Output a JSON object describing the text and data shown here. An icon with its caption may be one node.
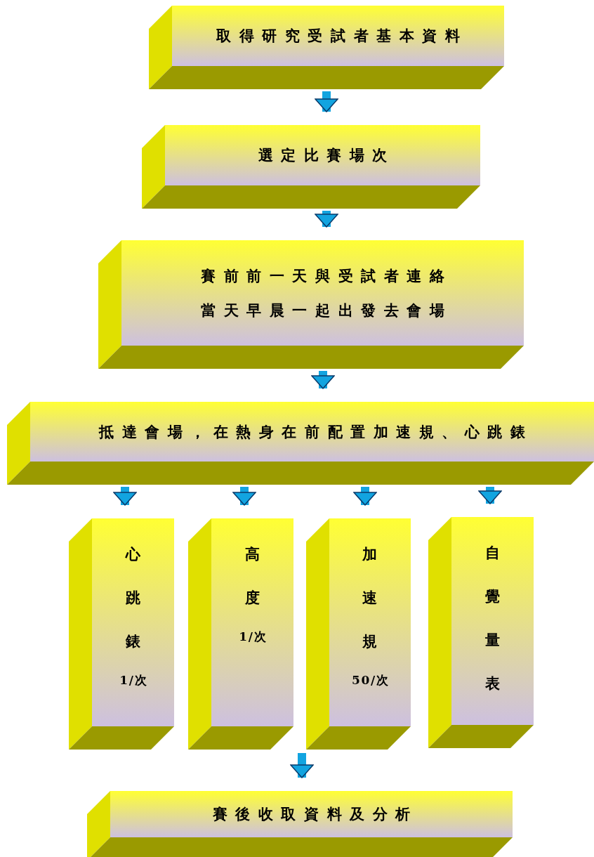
{
  "diagram": {
    "nodes": [
      {
        "text": [
          "取得研究受試者基本資料"
        ]
      },
      {
        "text": [
          "選定比賽場次"
        ]
      },
      {
        "text": [
          "賽前前一天與受試者連絡",
          "當天早晨一起出發去會場"
        ]
      },
      {
        "text": [
          "抵達會場，在熱身在前配置加速規、心跳錶"
        ]
      },
      {
        "text": [
          "心跳錶",
          "1/次"
        ]
      },
      {
        "text": [
          "高度",
          "1/次"
        ]
      },
      {
        "text": [
          "加速規",
          "50/次"
        ]
      },
      {
        "text": [
          "自覺量表"
        ]
      },
      {
        "text": [
          "賽後收取資料及分析"
        ]
      }
    ],
    "edges": [
      {
        "from": 0,
        "to": 1,
        "arrow": "to"
      },
      {
        "from": 1,
        "to": 2,
        "arrow": "to"
      },
      {
        "from": 2,
        "to": 3,
        "arrow": "to"
      },
      {
        "from": 3,
        "to": 4,
        "arrow": "to"
      },
      {
        "from": 3,
        "to": 5,
        "arrow": "to"
      },
      {
        "from": 3,
        "to": 6,
        "arrow": "to"
      },
      {
        "from": 3,
        "to": 7,
        "arrow": "to"
      },
      {
        "from": 6,
        "to": 8,
        "arrow": "to"
      }
    ]
  }
}
